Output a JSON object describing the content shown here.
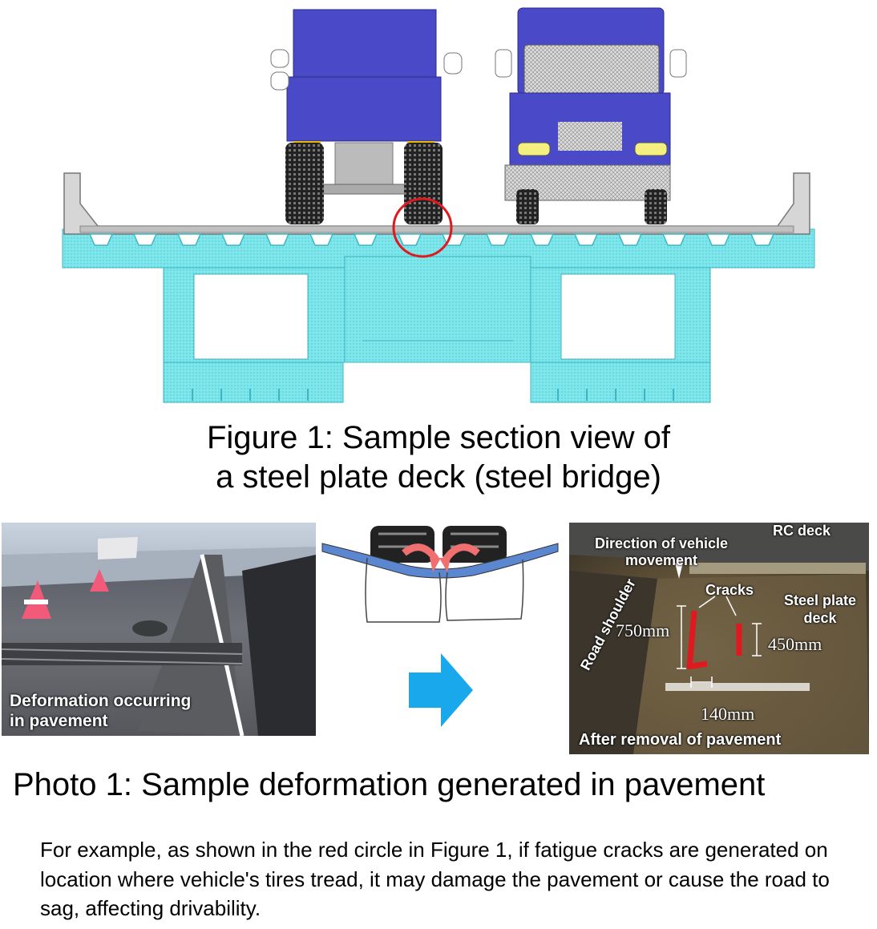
{
  "figure1": {
    "caption_line1": "Figure 1: Sample section view of",
    "caption_line2": "a steel plate deck (steel bridge)"
  },
  "photo1": {
    "caption": "Photo 1: Sample deformation generated in pavement",
    "left_photo_label_line1": "Deformation occurring",
    "left_photo_label_line2": "in pavement",
    "right_photo": {
      "rc_deck": "RC deck",
      "direction_line1": "Direction of vehicle",
      "direction_line2": "movement",
      "cracks": "Cracks",
      "steel_plate_line1": "Steel plate",
      "steel_plate_line2": "deck",
      "road_shoulder": "Road shoulder",
      "dim_750": "750mm",
      "dim_450": "450mm",
      "dim_140": "140mm",
      "after_removal": "After removal of pavement"
    }
  },
  "body_text": "For example, as shown in the red circle in Figure 1, if fatigue cracks are generated on location where vehicle's tires tread, it may damage the pavement or cause the road to sag, affecting drivability.",
  "colors": {
    "truck_blue": "#4a4ac8",
    "girder_cyan": "#7fe6ec",
    "highlight_red": "#e0191e",
    "arrow_blue": "#1aa8ec"
  }
}
